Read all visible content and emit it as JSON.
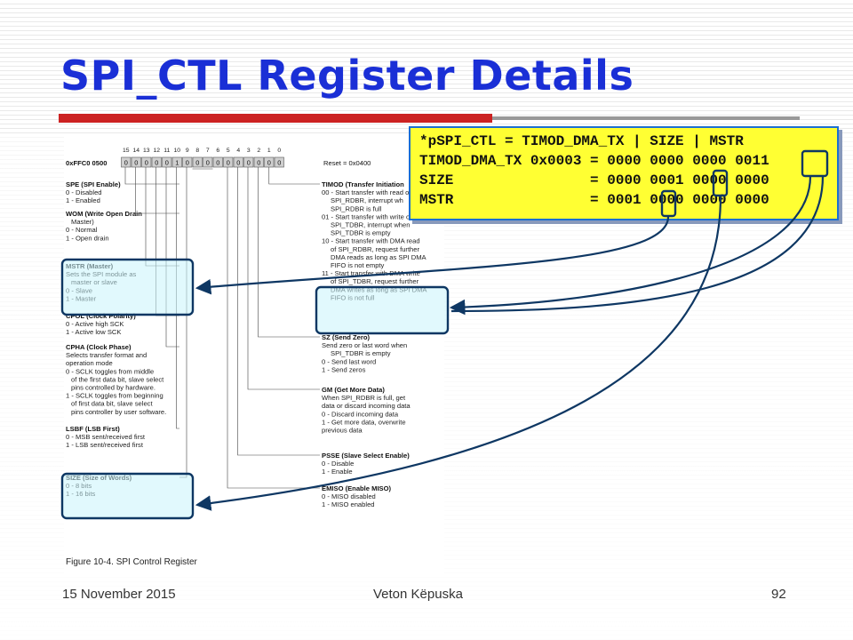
{
  "slide": {
    "title": "SPI_CTL Register Details",
    "footer_date": "15 November 2015",
    "footer_author": "Veton Këpuska",
    "footer_page": "92"
  },
  "code": {
    "line1": "*pSPI_CTL = TIMOD_DMA_TX | SIZE | MSTR",
    "line2": "TIMOD_DMA_TX 0x0003 = 0000 0000 0000 0011",
    "line3": "SIZE                = 0000 0001 0000 0000",
    "line4": "MSTR                = 0001 0000 0000 0000"
  },
  "figure": {
    "caption": "Figure 10-4. SPI Control Register",
    "address": "0xFFC0 0500",
    "reset": "Reset = 0x0400",
    "bit_numbers": [
      "15",
      "14",
      "13",
      "12",
      "11",
      "10",
      "9",
      "8",
      "7",
      "6",
      "5",
      "4",
      "3",
      "2",
      "1",
      "0"
    ],
    "bit_values": [
      "0",
      "0",
      "0",
      "0",
      "0",
      "1",
      "0",
      "0",
      "0",
      "0",
      "0",
      "0",
      "0",
      "0",
      "0",
      "0"
    ],
    "left_fields": [
      {
        "head": "SPE (SPI Enable)",
        "lines": [
          "0 - Disabled",
          "1 - Enabled"
        ]
      },
      {
        "head": "WOM (Write Open Drain",
        "lines": [
          "Master)",
          "0 - Normal",
          "1 - Open drain"
        ]
      },
      {
        "head": "MSTR (Master)",
        "lines": [
          "Sets the SPI module as",
          "master or slave",
          "0 - Slave",
          "1 - Master"
        ]
      },
      {
        "head": "CPOL (Clock Polarity)",
        "lines": [
          "0 - Active high SCK",
          "1 - Active low SCK"
        ]
      },
      {
        "head": "CPHA (Clock Phase)",
        "lines": [
          "Selects transfer format and",
          "operation mode",
          "0 - SCLK toggles from middle",
          "of the first data bit, slave select",
          "pins controlled by hardware.",
          "1 - SCLK toggles from beginning",
          "of first data bit, slave select",
          "pins controller by user software."
        ]
      },
      {
        "head": "LSBF (LSB First)",
        "lines": [
          "0 - MSB sent/received first",
          "1 - LSB sent/received first"
        ]
      },
      {
        "head": "SIZE (Size of Words)",
        "lines": [
          "0 - 8 bits",
          "1 - 16 bits"
        ]
      }
    ],
    "right_fields": [
      {
        "head": "TIMOD (Transfer Initiation",
        "lines": [
          "00 - Start transfer with read of",
          "SPI_RDBR, interrupt wh",
          "SPI_RDBR is full",
          "01 - Start transfer with write of",
          "SPI_TDBR, interrupt when",
          "SPI_TDBR is empty",
          "10 - Start transfer with DMA read",
          "of SPI_RDBR, request further",
          "DMA reads as long as SPI DMA",
          "FIFO is not empty",
          "11 - Start transfer with DMA write",
          "of SPI_TDBR, request further",
          "DMA writes as long as SPI DMA",
          "FIFO is not full"
        ]
      },
      {
        "head": "SZ (Send Zero)",
        "lines": [
          "Send zero or last word when",
          "SPI_TDBR is empty",
          "0 - Send last word",
          "1 - Send zeros"
        ]
      },
      {
        "head": "GM (Get More Data)",
        "lines": [
          "When SPI_RDBR is full, get",
          "data or discard incoming data",
          "0 - Discard incoming data",
          "1 - Get more data, overwrite",
          "previous data"
        ]
      },
      {
        "head": "PSSE (Slave Select Enable)",
        "lines": [
          "0 - Disable",
          "1 - Enable"
        ]
      },
      {
        "head": "EMISO (Enable MISO)",
        "lines": [
          "0 - MISO disabled",
          "1 - MISO enabled"
        ]
      }
    ]
  },
  "colors": {
    "title": "#1a2fd6",
    "accent_red": "#cc2222",
    "code_bg": "#ffff33",
    "highlight_fill": "#c8f4fb",
    "arrow": "#0e3763"
  }
}
